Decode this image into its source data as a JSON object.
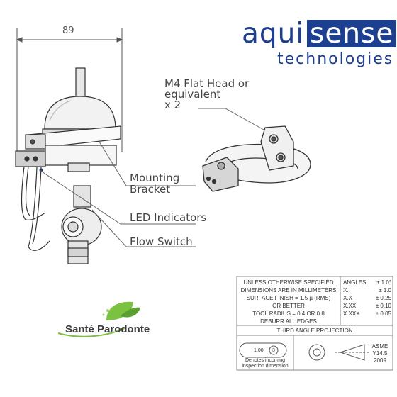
{
  "logo": {
    "part1": "aqui",
    "part2": "sense",
    "part3": "technologies",
    "brand_color": "#1d3f8f"
  },
  "dimension": {
    "width": "89"
  },
  "callouts": {
    "screw_line1": "M4 Flat Head or",
    "screw_line2": "equivalent",
    "screw_line3": "x 2",
    "mounting_line1": "Mounting",
    "mounting_line2": "Bracket",
    "led": "LED Indicators",
    "flow": "Flow Switch"
  },
  "title_block": {
    "notes": [
      "UNLESS OTHERWISE SPECIFIED",
      "DIMENSIONS ARE IN MILLIMETERS",
      "SURFACE FINISH = 1.5 µ (RMS)",
      "OR BETTER",
      "TOOL RADIUS = 0.4 OR 0.8",
      "DEBURR ALL EDGES"
    ],
    "tolerances": [
      {
        "label": "ANGLES",
        "value": "± 1.0°"
      },
      {
        "label": "X.",
        "value": "± 1.0"
      },
      {
        "label": "X.X",
        "value": "± 0.25"
      },
      {
        "label": "X.XX",
        "value": "± 0.10"
      },
      {
        "label": "X.XXX",
        "value": "± 0.05"
      }
    ],
    "projection": "THIRD ANGLE PROJECTION",
    "inspection_value": "1.00",
    "inspection_number": "3",
    "inspection_note1": "Denotes incoming",
    "inspection_note2": "inspection dimension",
    "standard1": "ASME",
    "standard2": "Y14.5",
    "standard3": "2009"
  },
  "partner_logo": {
    "name": "Santé Parodonte",
    "accent": "#7cc242"
  }
}
